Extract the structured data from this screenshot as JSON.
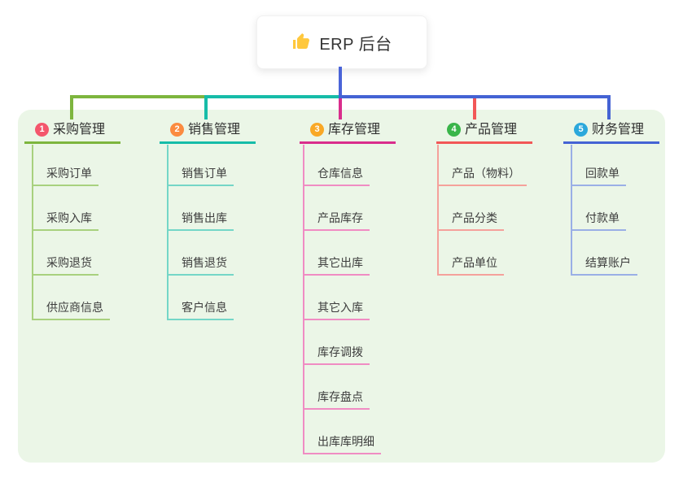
{
  "root": {
    "label": "ERP 后台",
    "icon": "thumbs-up"
  },
  "branches": [
    {
      "badge": "1",
      "label": "采购管理",
      "badge_color": "#F4566C",
      "line_color": "#7DB53E",
      "child_line_color": "#A8D17E",
      "children": [
        "采购订单",
        "采购入库",
        "采购退货",
        "供应商信息"
      ]
    },
    {
      "badge": "2",
      "label": "销售管理",
      "badge_color": "#FB8B40",
      "line_color": "#16BCA8",
      "child_line_color": "#74D6C7",
      "children": [
        "销售订单",
        "销售出库",
        "销售退货",
        "客户信息"
      ]
    },
    {
      "badge": "3",
      "label": "库存管理",
      "badge_color": "#F9A826",
      "line_color": "#D92D8C",
      "child_line_color": "#F08CC3",
      "children": [
        "仓库信息",
        "产品库存",
        "其它出库",
        "其它入库",
        "库存调拨",
        "库存盘点",
        "出库库明细"
      ]
    },
    {
      "badge": "4",
      "label": "产品管理",
      "badge_color": "#3AB54A",
      "line_color": "#F25757",
      "child_line_color": "#F5A19B",
      "children": [
        "产品（物料）",
        "产品分类",
        "产品单位"
      ]
    },
    {
      "badge": "5",
      "label": "财务管理",
      "badge_color": "#2BA8DB",
      "line_color": "#4463D4",
      "child_line_color": "#9AAFE6",
      "children": [
        "回款单",
        "付款单",
        "结算账户"
      ]
    }
  ],
  "colors": {
    "root_connector": "#4A64D8",
    "panel_bg": "#EBF6E7",
    "icon_fill": "#FFC83D"
  }
}
